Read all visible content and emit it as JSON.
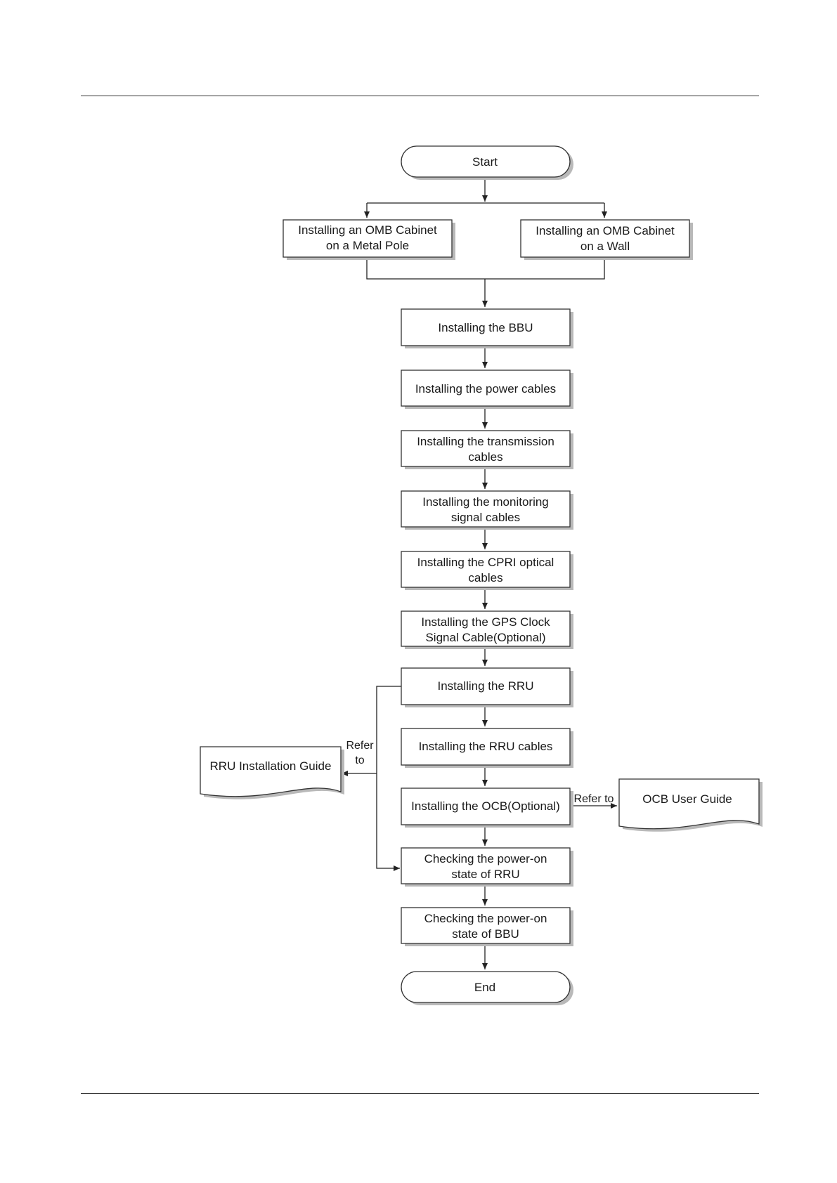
{
  "nodes": {
    "start": "Start",
    "omb_pole": [
      "Installing an OMB Cabinet",
      "on a Metal Pole"
    ],
    "omb_wall": [
      "Installing an OMB Cabinet",
      "on a Wall"
    ],
    "bbu": "Installing the BBU",
    "power_cables": "Installing the power cables",
    "transmission_cables": [
      "Installing the transmission",
      "cables"
    ],
    "monitoring_cables": [
      "Installing the monitoring",
      "signal cables"
    ],
    "cpri_cables": [
      "Installing the CPRI optical",
      "cables"
    ],
    "gps_cable": [
      "Installing the GPS Clock",
      "Signal Cable(Optional)"
    ],
    "rru": "Installing the RRU",
    "rru_cables": "Installing the RRU cables",
    "ocb": "Installing the OCB(Optional)",
    "check_rru": [
      "Checking the power-on",
      "state of RRU"
    ],
    "check_bbu": [
      "Checking the power-on",
      "state of BBU"
    ],
    "end": "End"
  },
  "documents": {
    "rru_guide": "RRU Installation Guide",
    "ocb_guide": "OCB User Guide"
  },
  "labels": {
    "refer_to_left": [
      "Refer",
      "to"
    ],
    "refer_to_right": "Refer to"
  }
}
